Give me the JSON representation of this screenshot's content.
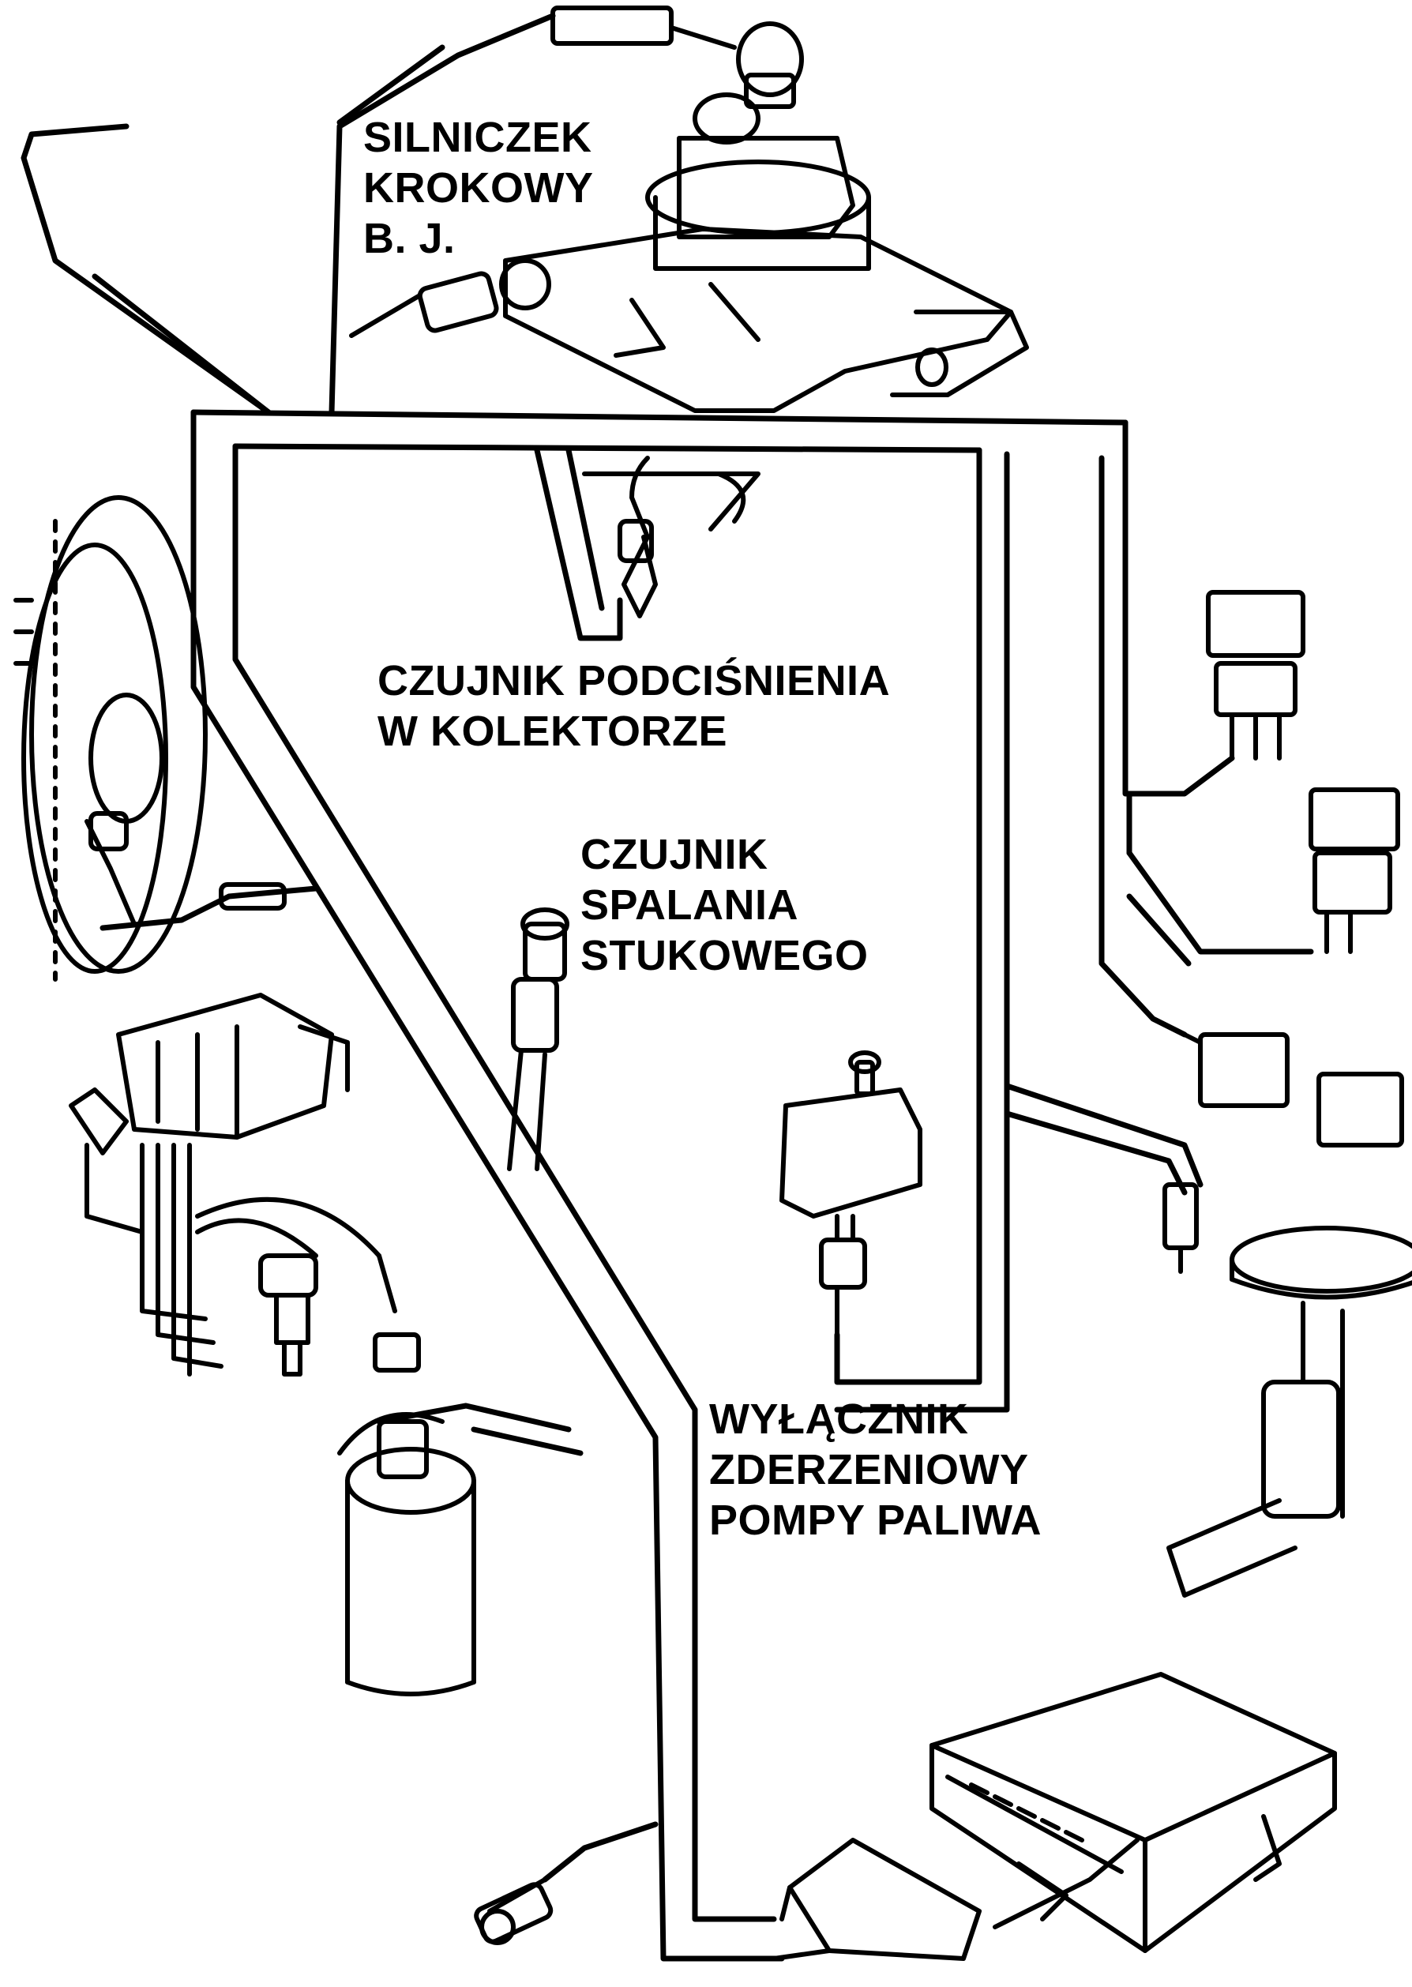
{
  "labels": {
    "stepper_motor": [
      "SILNICZEK",
      "KROKOWY",
      "B. J."
    ],
    "map_sensor": [
      "CZUJNIK PODCIŚNIENIA",
      "W KOLEKTORZE"
    ],
    "knock_sensor": [
      "CZUJNIK",
      "SPALANIA",
      "STUKOWEGO"
    ],
    "inertia_switch": [
      "WYŁĄCZNIK",
      "ZDERZENIOWY",
      "POMPY PALIWA"
    ]
  },
  "colors": {
    "line": "#000000",
    "background": "#ffffff"
  }
}
